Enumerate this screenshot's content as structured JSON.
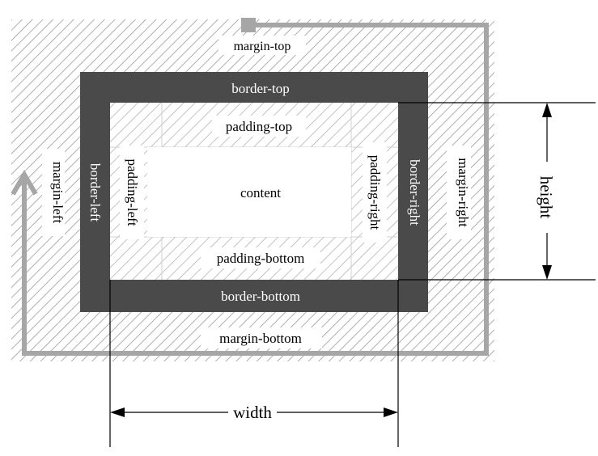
{
  "labels": {
    "margin_top": "margin-top",
    "margin_bottom": "margin-bottom",
    "margin_left": "margin-left",
    "margin_right": "margin-right",
    "border_top": "border-top",
    "border_bottom": "border-bottom",
    "border_left": "border-left",
    "border_right": "border-right",
    "padding_top": "padding-top",
    "padding_bottom": "padding-bottom",
    "padding_left": "padding-left",
    "padding_right": "padding-right",
    "content": "content",
    "width": "width",
    "height": "height"
  },
  "colors": {
    "border_fill": "#4a4a4a",
    "hatch_stroke": "#9a9a9a",
    "flow_arrow": "#a6a6a6",
    "dimension_line": "#000000",
    "text_dark": "#000000",
    "text_light": "#ffffff"
  }
}
